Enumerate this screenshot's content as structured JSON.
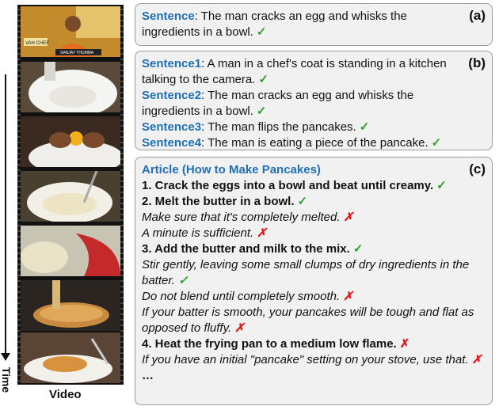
{
  "panel_a": {
    "tag": "(a)",
    "sentence_label": "Sentence",
    "sentence_text": ": The man cracks an egg and whisks the ingredients in a bowl.",
    "mark": "✓"
  },
  "panel_b": {
    "tag": "(b)",
    "sentences": [
      {
        "label": "Sentence1",
        "text": ": A man in a chef's coat is standing in a kitchen talking to the camera.",
        "mark": "✓"
      },
      {
        "label": "Sentence2",
        "text": ": The man cracks an egg and whisks the ingredients in a bowl.",
        "mark": "✓"
      },
      {
        "label": "Sentence3",
        "text": ": The man flips the pancakes.",
        "mark": "✓"
      },
      {
        "label": "Sentence4",
        "text": ": The man is eating a piece of the pancake.",
        "mark": "✓"
      }
    ]
  },
  "panel_c": {
    "tag": "(c)",
    "title": "Article (How to Make Pancakes)",
    "lines": [
      {
        "text": "1. Crack the eggs into a bowl and beat until creamy.",
        "style": "bold",
        "mark": "✓"
      },
      {
        "text": "2. Melt the butter in a bowl.",
        "style": "bold",
        "mark": "✓"
      },
      {
        "text": "Make sure that it's completely melted.",
        "style": "ital",
        "mark": "✗"
      },
      {
        "text": "A minute is sufficient.",
        "style": "ital",
        "mark": "✗"
      },
      {
        "text": "3. Add the butter and milk to the mix.",
        "style": "bold",
        "mark": "✓"
      },
      {
        "text": "Stir gently, leaving some small clumps of dry ingredients in the batter.",
        "style": "ital",
        "mark": "✓"
      },
      {
        "text": "Do not blend until completely smooth.",
        "style": "ital",
        "mark": "✗"
      },
      {
        "text": "If your batter is smooth, your pancakes will be tough and flat as opposed to fluffy.",
        "style": "ital",
        "mark": "✗"
      },
      {
        "text": "4. Heat the frying pan to a medium low flame.",
        "style": "bold",
        "mark": "✗"
      },
      {
        "text": "If you have an initial \"pancake\" setting on your stove, use that.",
        "style": "ital",
        "mark": "✗"
      },
      {
        "text": "…",
        "style": "bold",
        "mark": ""
      }
    ]
  },
  "video_label": "Video",
  "time_label": "Time",
  "frame_caption": "SANJAY THUMMA",
  "frame_logo": "VAH CHEF"
}
